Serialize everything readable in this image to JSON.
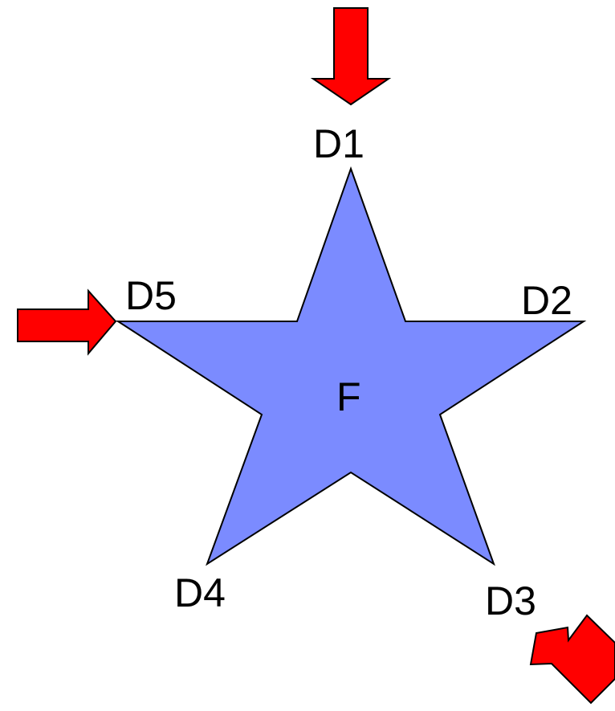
{
  "diagram": {
    "center_label": "F",
    "vertices": [
      {
        "id": "v1",
        "label": "D1",
        "has_arrow": true
      },
      {
        "id": "v2",
        "label": "D2",
        "has_arrow": false
      },
      {
        "id": "v3",
        "label": "D3",
        "has_arrow": true
      },
      {
        "id": "v4",
        "label": "D4",
        "has_arrow": false
      },
      {
        "id": "v5",
        "label": "D5",
        "has_arrow": true
      }
    ]
  },
  "colors": {
    "star_fill": "#7b8bff",
    "star_stroke": "#000000",
    "arrow_fill": "#ff0000",
    "arrow_stroke": "#000000",
    "text": "#000000"
  }
}
